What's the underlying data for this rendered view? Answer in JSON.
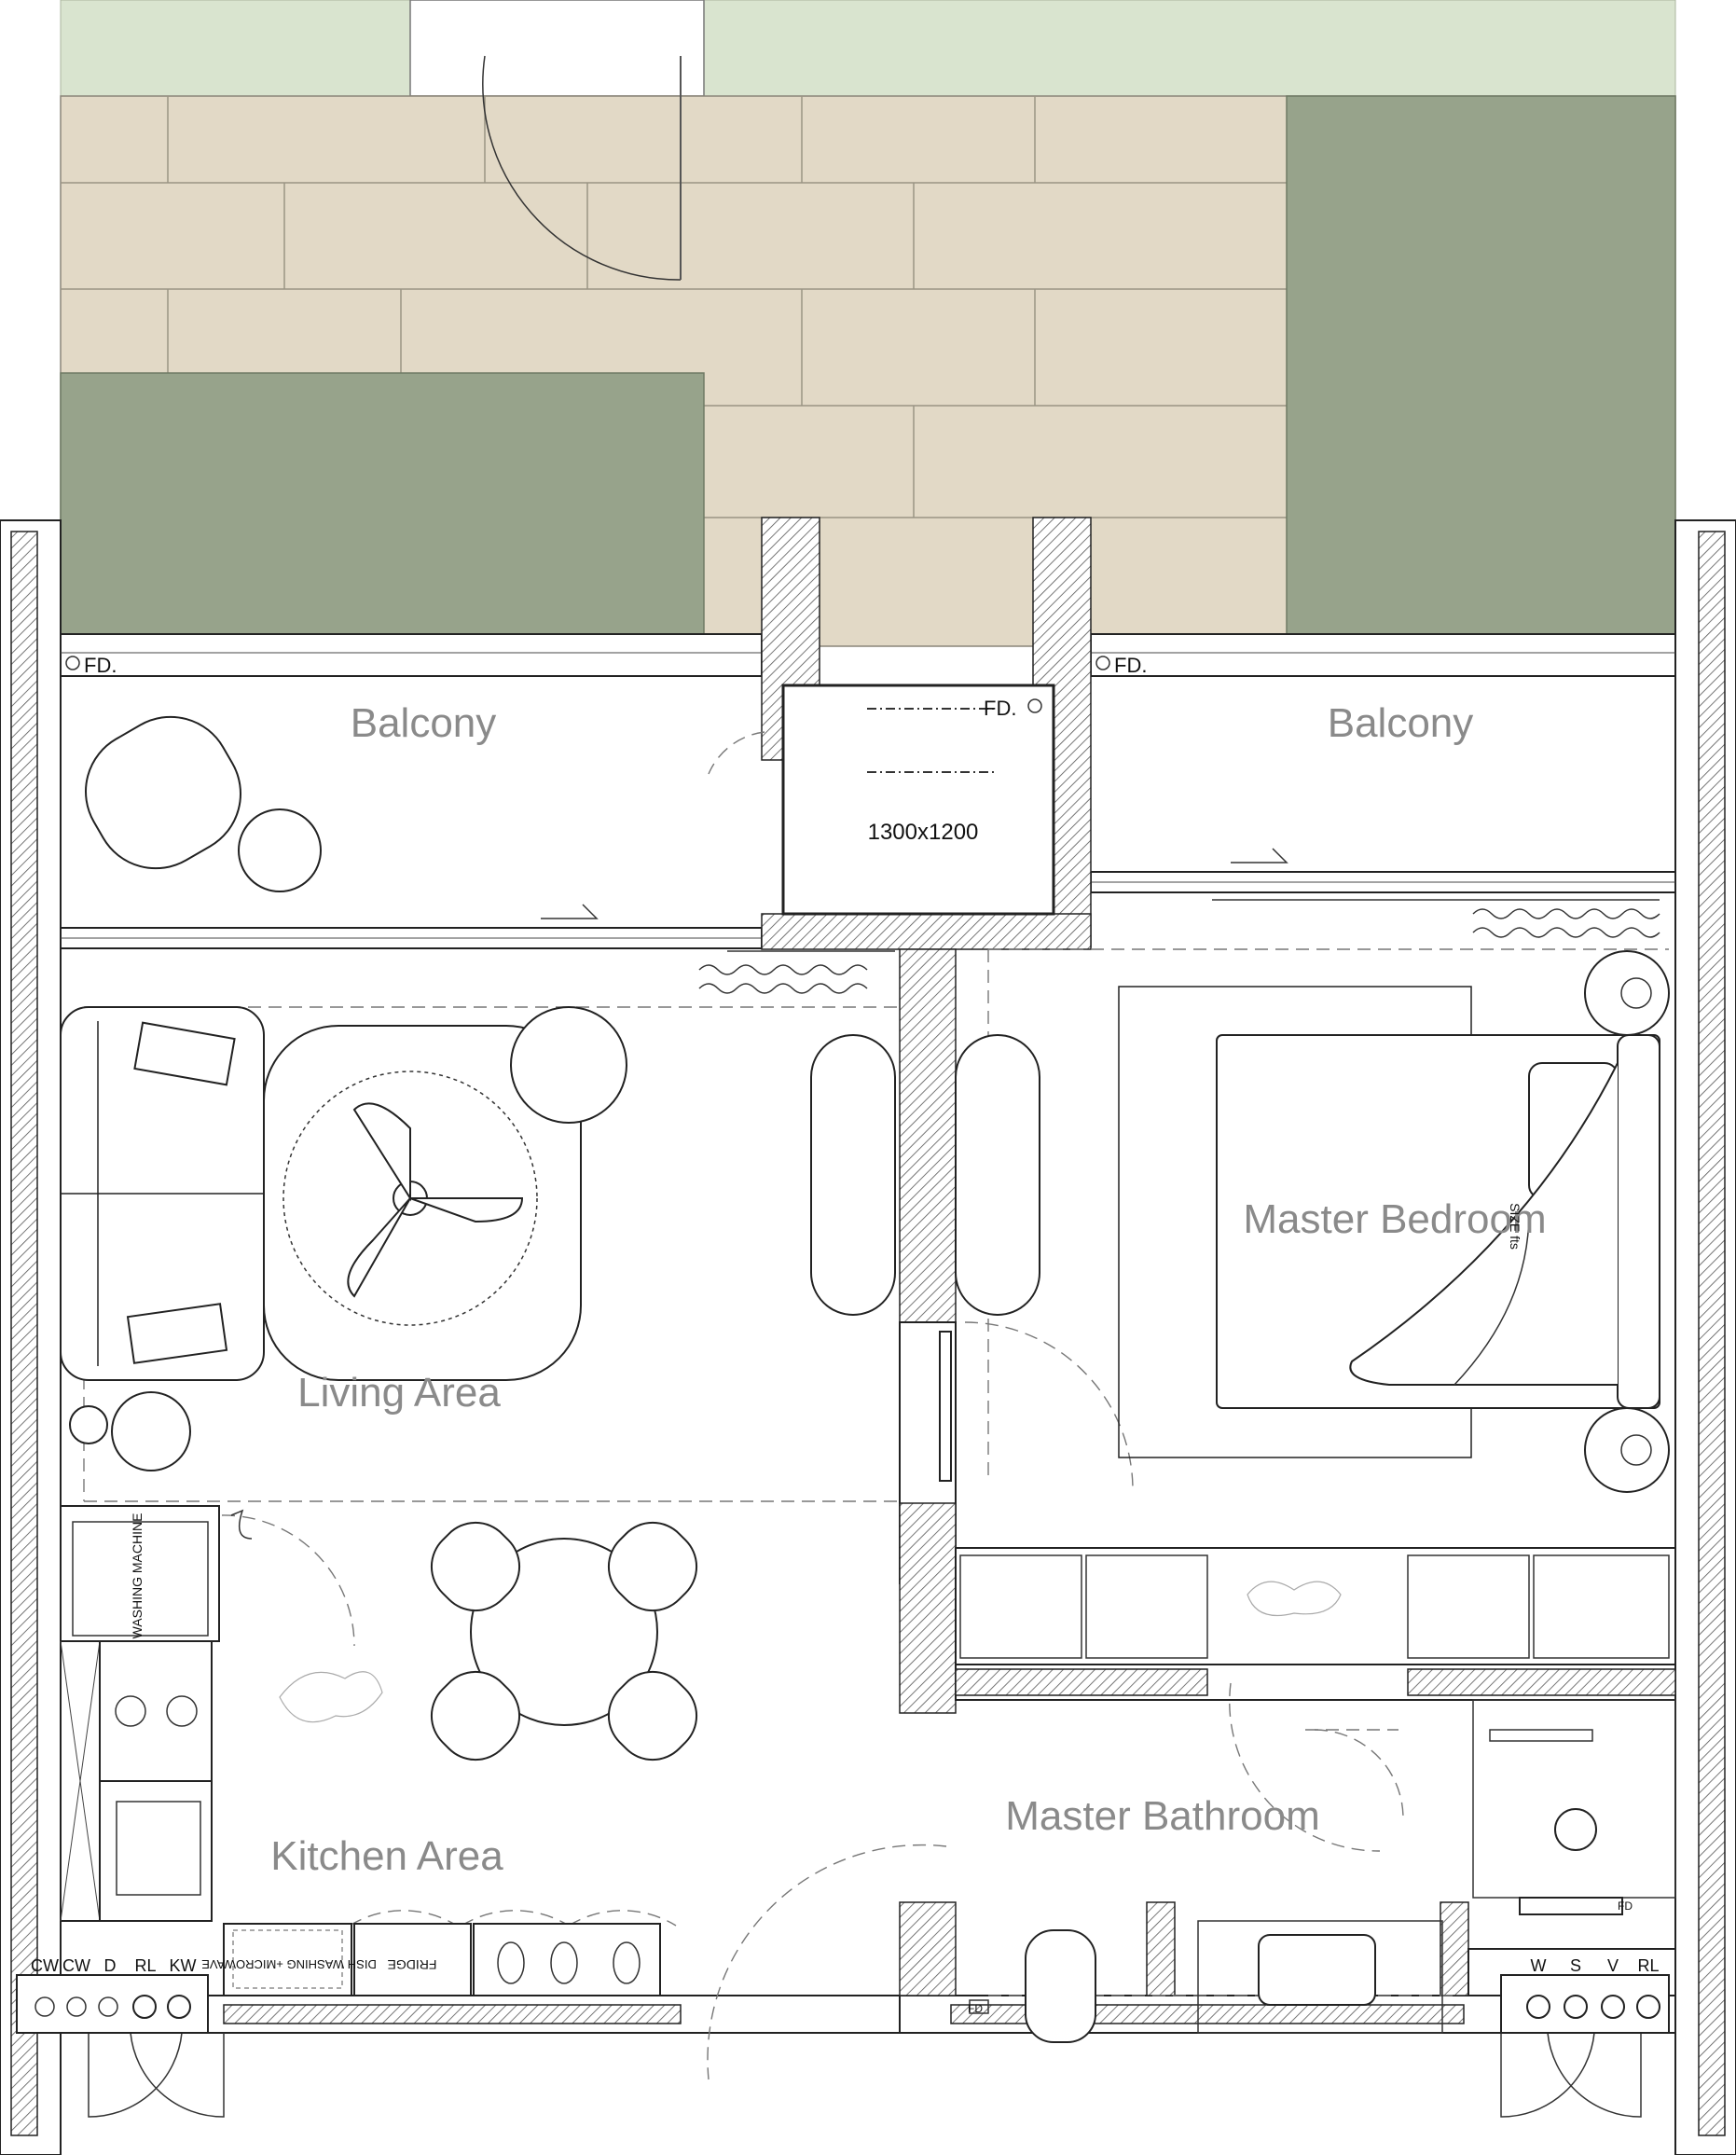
{
  "rooms": {
    "balcony_left": "Balcony",
    "balcony_right": "Balcony",
    "living": "Living Area",
    "kitchen": "Kitchen Area",
    "master_bedroom": "Master Bedroom",
    "master_bathroom": "Master Bathroom",
    "shaft_size": "1300x1200"
  },
  "floor_drains": {
    "left": "FD.",
    "right": "FD.",
    "shaft": "FD.",
    "bath_floor": "FD",
    "shower": "FD"
  },
  "appliances": {
    "washing_machine": "WASHING MACHINE",
    "dish_washing": "DISH WASHING +MICROWAVE",
    "fridge": "FRIDGE"
  },
  "bed_note": "SIZE fts",
  "valves_left": [
    "CW",
    "CW",
    "D",
    "RL",
    "KW"
  ],
  "valves_right": [
    "W",
    "S",
    "V",
    "RL"
  ],
  "colors": {
    "lawn": "#d9e4cf",
    "paving": "#e2d9c6",
    "planter": "#97a38b",
    "hatch": "#555555"
  }
}
